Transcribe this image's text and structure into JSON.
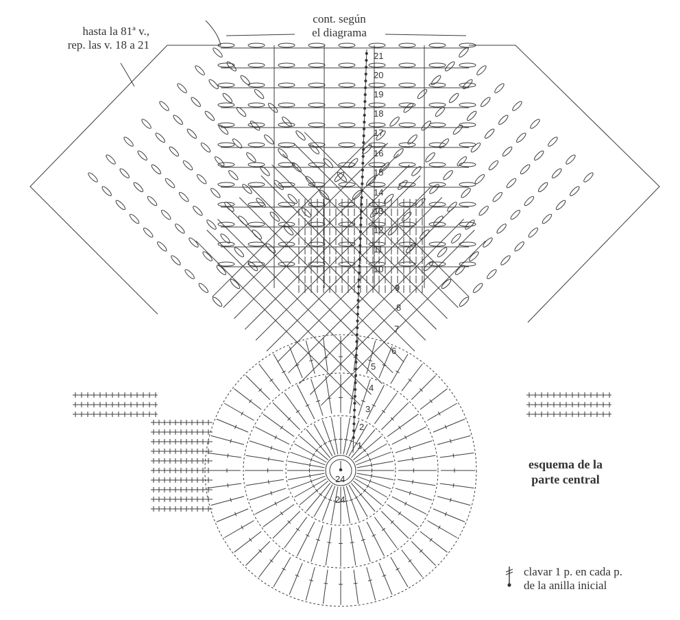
{
  "labels": {
    "top_note_line1": "cont. según",
    "top_note_line2": "el diagrama",
    "repeat_note_line1": "hasta la 81ª v.,",
    "repeat_note_line2": "rep. las v. 18 a 21",
    "scheme_line1": "esquema de la",
    "scheme_line2": "parte central",
    "legend_line1": "clavar 1 p. en cada p.",
    "legend_line2": "de la anilla inicial"
  },
  "center_labels": [
    "24",
    "24"
  ],
  "round_numbers": [
    "1",
    "2",
    "3",
    "4",
    "5",
    "6",
    "7",
    "8",
    "9",
    "10",
    "11",
    "12",
    "13",
    "14",
    "15",
    "16",
    "17",
    "18",
    "19",
    "20",
    "21"
  ],
  "colors": {
    "ink": "#3a3a3a",
    "background": "#ffffff"
  },
  "icons": {
    "legend_symbol": "stitch-into-ring-icon"
  }
}
